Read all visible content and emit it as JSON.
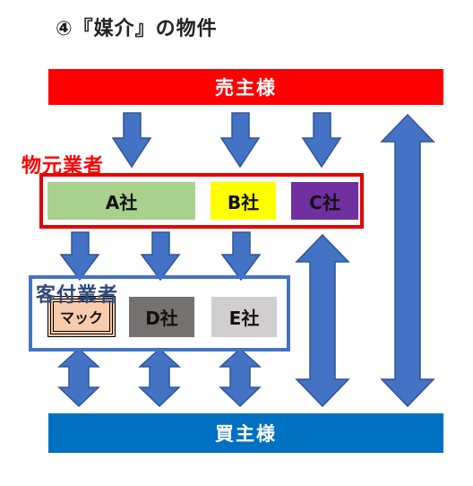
{
  "title": "④『媒介』の物件",
  "seller": "売主様",
  "buyer": "買主様",
  "origin_group": {
    "label": "物元業者",
    "companies": [
      "A社",
      "B社",
      "C社"
    ]
  },
  "agent_group": {
    "label": "客付業者",
    "companies": [
      "マック",
      "D社",
      "E社"
    ]
  },
  "colors": {
    "seller": "#ff0000",
    "buyer": "#0070c0",
    "arrow": "#4472c4",
    "origin_frame": "#e60000",
    "agent_frame": "#4472c4",
    "company_a": "#a9d18e",
    "company_b": "#ffff00",
    "company_c": "#7030a0",
    "company_d": "#767171",
    "company_e": "#d0cece",
    "mac": "#f8cbad"
  }
}
